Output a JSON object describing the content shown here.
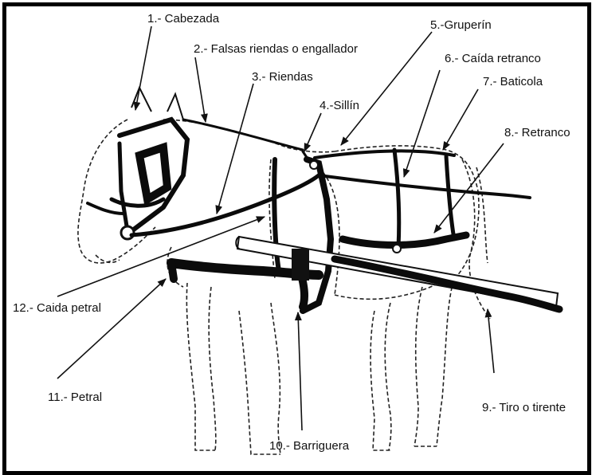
{
  "labels": {
    "l1": "1.- Cabezada",
    "l2": "2.- Falsas riendas o engallador",
    "l3": "3.- Riendas",
    "l4": "4.-Sillín",
    "l5": "5.-Gruperín",
    "l6": "6.- Caída retranco",
    "l7": "7.- Baticola",
    "l8": "8.- Retranco",
    "l9": "9.- Tiro o tirente",
    "l10": "10.- Barriguera",
    "l11": "11.- Petral",
    "l12": "12.- Caida petral"
  },
  "colors": {
    "ink": "#111111",
    "paper": "#ffffff"
  }
}
